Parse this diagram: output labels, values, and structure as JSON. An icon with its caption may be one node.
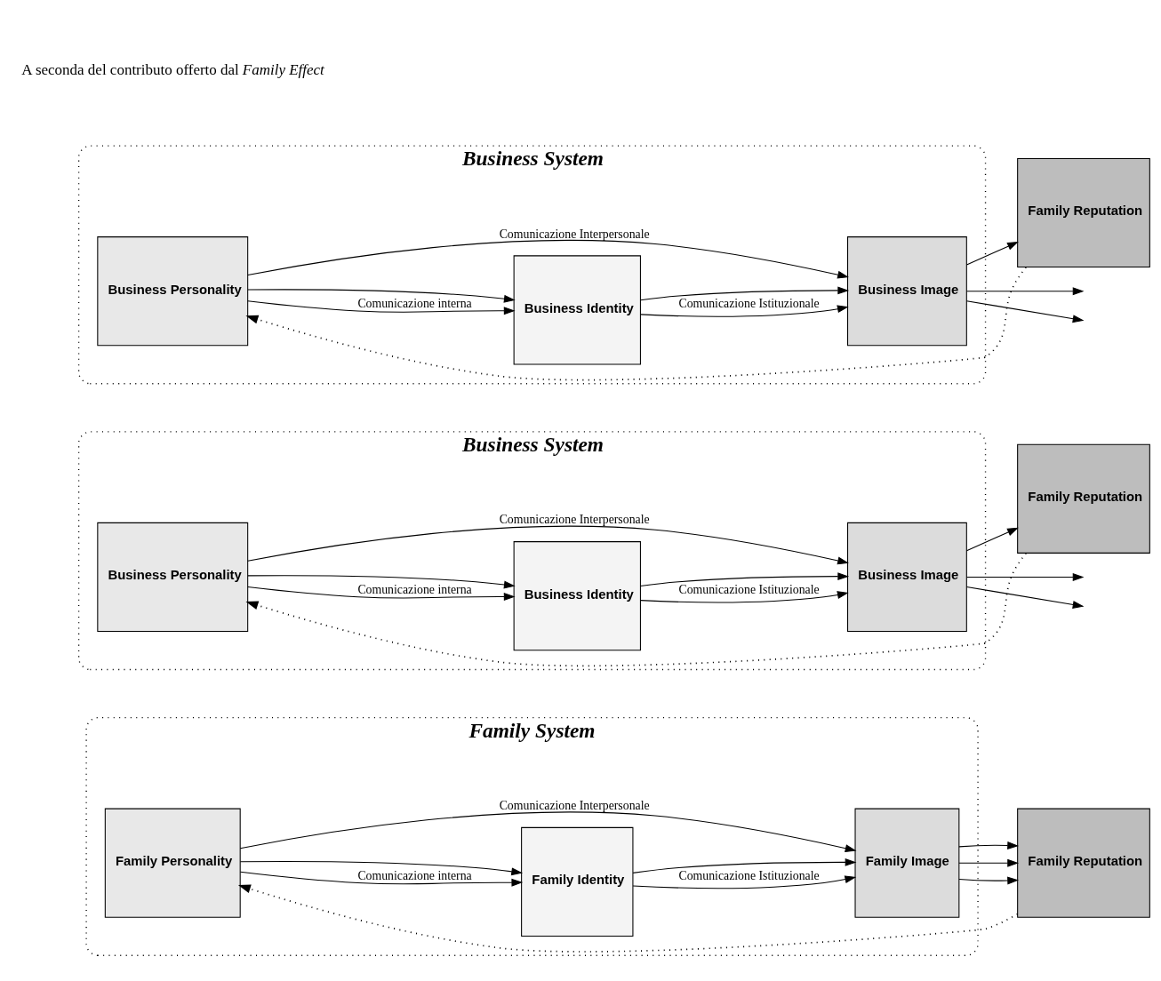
{
  "diagram": {
    "nodes": [
      {
        "text": [
          "Family System"
        ]
      },
      {
        "text": [
          "Family Personality"
        ],
        "in": 0
      },
      {
        "text": [
          "Family Identity"
        ],
        "in": 0
      },
      {
        "text": [
          "Family Image"
        ],
        "in": 0
      },
      {
        "text": [
          "Family Reputation"
        ]
      },
      {
        "text": [
          "Business System"
        ]
      },
      {
        "text": [
          "Business Personality"
        ],
        "in": 5
      },
      {
        "text": [
          "Business Identity"
        ],
        "in": 5
      },
      {
        "text": [
          "Business Image"
        ],
        "in": 5
      },
      {
        "text": [
          "Family Reputation"
        ]
      },
      {
        "text": [
          "Business System"
        ]
      },
      {
        "text": [
          "Business Personality"
        ],
        "in": 10
      },
      {
        "text": [
          "Business Identity"
        ],
        "in": 10
      },
      {
        "text": [
          "Business Image"
        ],
        "in": 10
      },
      {
        "text": [
          "Family Reputation"
        ]
      }
    ],
    "edges": [
      {
        "from": 1,
        "to": 2,
        "arrow": "to",
        "label": "Comunicazione interna"
      },
      {
        "from": 1,
        "to": 2,
        "arrow": "to"
      },
      {
        "from": 2,
        "to": 3,
        "arrow": "to",
        "label": "Comunicazione Istituzionale"
      },
      {
        "from": 2,
        "to": 3,
        "arrow": "to"
      },
      {
        "from": 3,
        "to": 4,
        "arrow": "to"
      },
      {
        "from": 3,
        "to": 4,
        "arrow": "to"
      },
      {
        "from": 3,
        "to": 4,
        "arrow": "to"
      },
      {
        "from": 1,
        "to": 3,
        "arrow": "to",
        "label": "Comunicazione Interpersonale"
      },
      {
        "from": 4,
        "to": 1,
        "arrow": "to",
        "style": "dashed"
      },
      {
        "from": 6,
        "to": 7,
        "arrow": "to",
        "label": "Comunicazione interna"
      },
      {
        "from": 6,
        "to": 7,
        "arrow": "to"
      },
      {
        "from": 7,
        "to": 8,
        "arrow": "to",
        "label": "Comunicazione Istituzionale"
      },
      {
        "from": 7,
        "to": 8,
        "arrow": "to"
      },
      {
        "from": 8,
        "to": null,
        "arrow": "to"
      },
      {
        "from": 8,
        "to": 9,
        "arrow": "to"
      },
      {
        "from": 8,
        "to": null,
        "arrow": "to"
      },
      {
        "from": 6,
        "to": 8,
        "arrow": "to",
        "label": "Comunicazione Interpersonale"
      },
      {
        "from": 9,
        "to": 6,
        "arrow": "to",
        "style": "dashed"
      },
      {
        "from": 11,
        "to": 12,
        "arrow": "to",
        "label": "Comunicazione interna"
      },
      {
        "from": 11,
        "to": 12,
        "arrow": "to"
      },
      {
        "from": 12,
        "to": 13,
        "arrow": "to",
        "label": "Comunicazione Istituzionale"
      },
      {
        "from": 12,
        "to": 13,
        "arrow": "to"
      },
      {
        "from": 13,
        "to": null,
        "arrow": "to"
      },
      {
        "from": 13,
        "to": 14,
        "arrow": "to"
      },
      {
        "from": 13,
        "to": null,
        "arrow": "to"
      },
      {
        "from": 11,
        "to": 13,
        "arrow": "to",
        "label": "Comunicazione Interpersonale"
      },
      {
        "from": 14,
        "to": 11,
        "arrow": "to",
        "style": "dashed"
      }
    ],
    "labels": [
      "A seconda del contributo offerto dal *Family Effect*"
    ]
  }
}
